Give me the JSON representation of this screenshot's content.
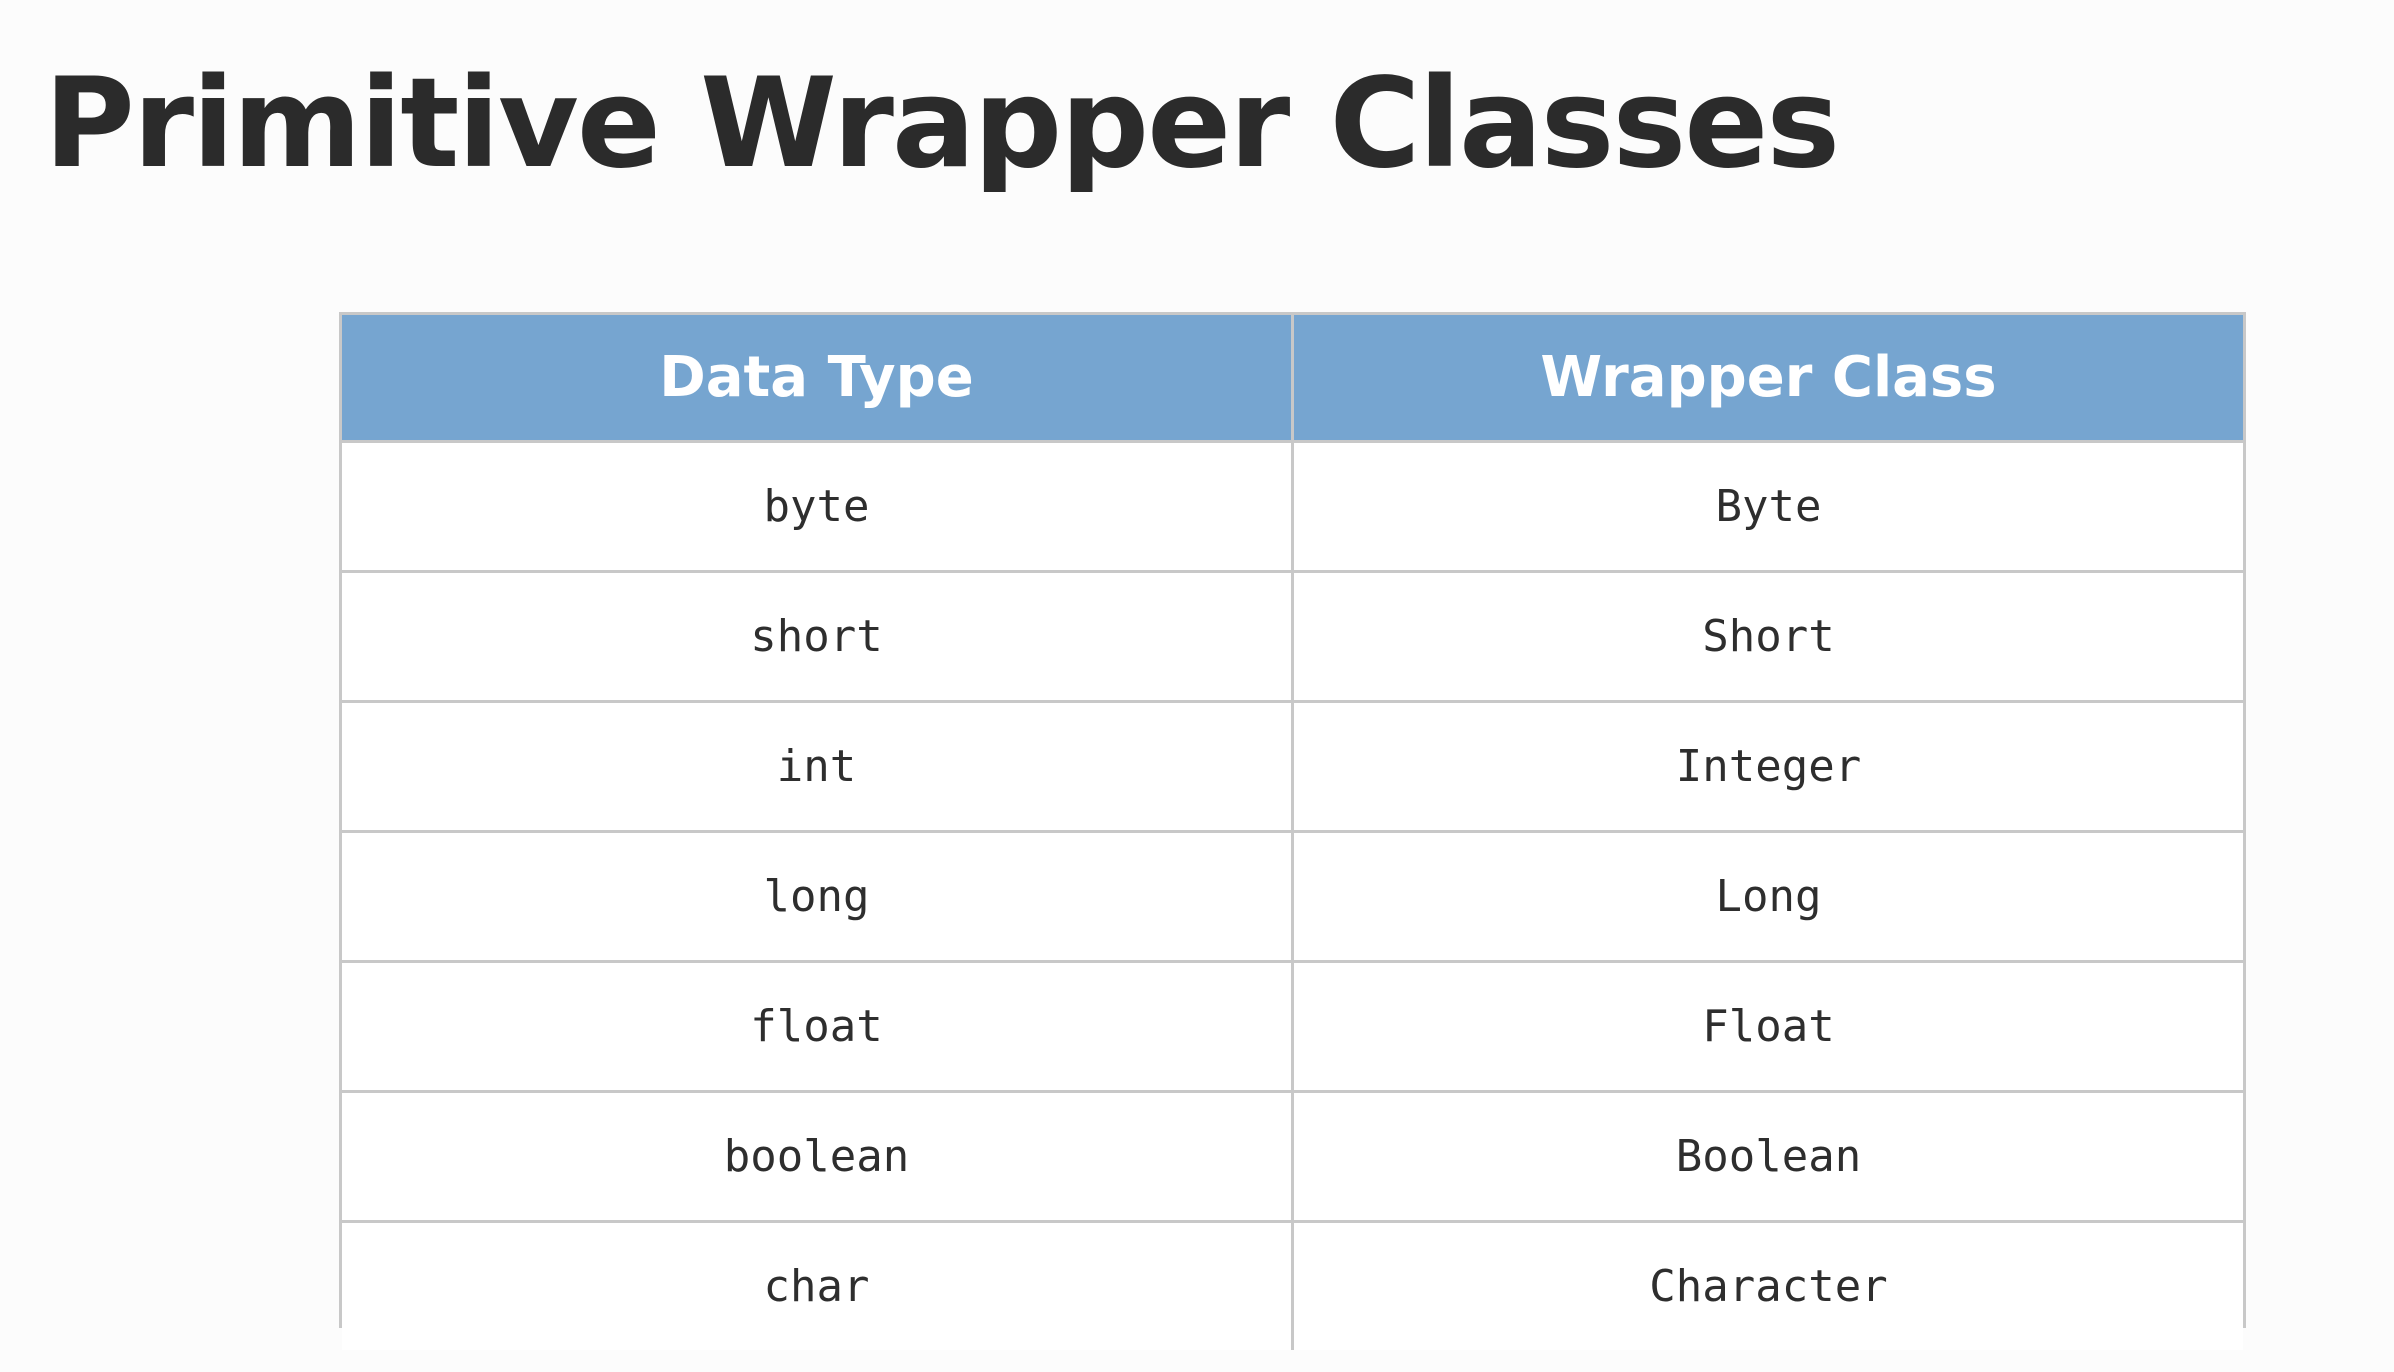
{
  "title": "Primitive Wrapper Classes",
  "table": {
    "headers": [
      "Data Type",
      "Wrapper Class"
    ],
    "rows": [
      [
        "byte",
        "Byte"
      ],
      [
        "short",
        "Short"
      ],
      [
        "int",
        "Integer"
      ],
      [
        "long",
        "Long"
      ],
      [
        "float",
        "Float"
      ],
      [
        "boolean",
        "Boolean"
      ],
      [
        "char",
        "Character"
      ]
    ]
  },
  "colors": {
    "header_background": "#76a5d0",
    "header_text": "#ffffff",
    "title_text": "#2b2b2b",
    "grid_lines": "#c8c8c8"
  }
}
